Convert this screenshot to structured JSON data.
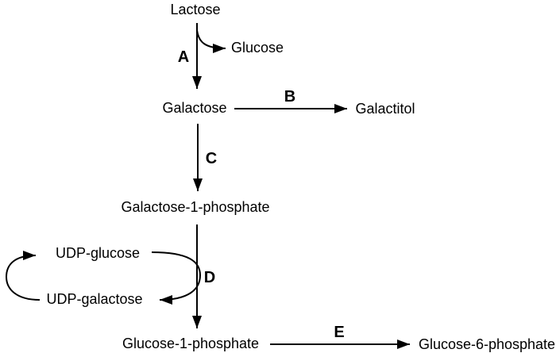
{
  "pathway": {
    "description": "Lactose and galactose metabolism reaction scheme",
    "colors": {
      "background": "#ffffff",
      "line": "#000000",
      "text": "#000000"
    },
    "nodes": {
      "lactose": {
        "label": "Lactose"
      },
      "glucose": {
        "label": "Glucose"
      },
      "galactose": {
        "label": "Galactose"
      },
      "galactitol": {
        "label": "Galactitol"
      },
      "galactose_1_phosphate": {
        "label": "Galactose-1-phosphate"
      },
      "udp_glucose": {
        "label": "UDP-glucose"
      },
      "udp_galactose": {
        "label": "UDP-galactose"
      },
      "glucose_1_phosphate": {
        "label": "Glucose-1-phosphate"
      },
      "glucose_6_phosphate": {
        "label": "Glucose-6-phosphate"
      }
    },
    "steps": {
      "a": {
        "label": "A"
      },
      "b": {
        "label": "B"
      },
      "c": {
        "label": "C"
      },
      "d": {
        "label": "D"
      },
      "e": {
        "label": "E"
      }
    },
    "edges": [
      {
        "step": "A",
        "from": "Lactose",
        "to": "Galactose",
        "byproduct": "Glucose"
      },
      {
        "step": "B",
        "from": "Galactose",
        "to": "Galactitol"
      },
      {
        "step": "C",
        "from": "Galactose",
        "to": "Galactose-1-phosphate"
      },
      {
        "step": "D",
        "from": "Galactose-1-phosphate",
        "to": "Glucose-1-phosphate",
        "cofactor_cycle": [
          "UDP-glucose",
          "UDP-galactose"
        ]
      },
      {
        "step": "E",
        "from": "Glucose-1-phosphate",
        "to": "Glucose-6-phosphate"
      }
    ]
  }
}
